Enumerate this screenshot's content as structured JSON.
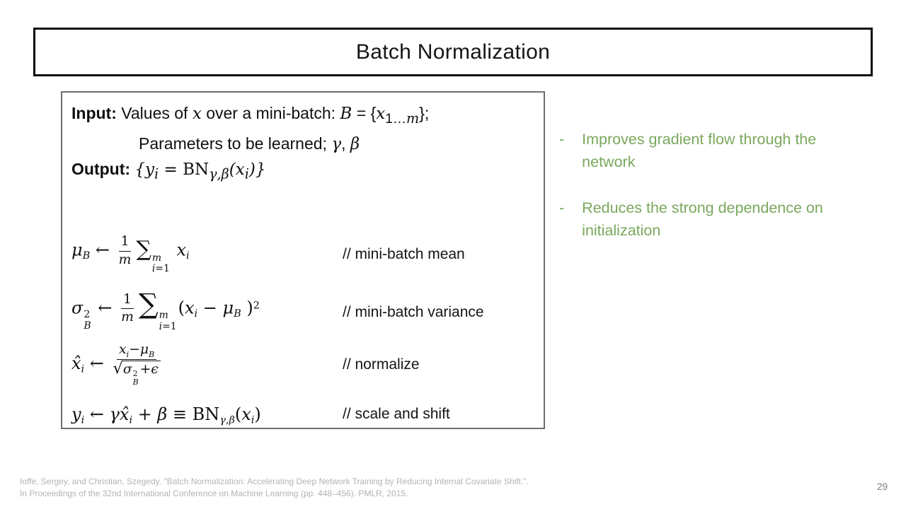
{
  "slide": {
    "title": "Batch Normalization",
    "page_number": "29",
    "background_color": "#ffffff",
    "accent_green": "#7AA85C",
    "citation_gray": "#B3B3B0"
  },
  "algorithm": {
    "io_lines": [
      {
        "html": "<b>Input:</b> Values of <i>x</i> over a mini-batch: <i>B</i> = {<i>x</i><sub>1…<i>m</i></sub>};"
      },
      {
        "html": "<span class='indent'>Parameters to be learned; <i>γ</i>, <i>β</i></span>"
      },
      {
        "html": "<b>Output:</b> <span class='it'>{y<sub>i</sub> = <span class='rm'>BN</span><sub>γ,β</sub>(x<sub>i</sub>)}</span>"
      }
    ],
    "rows": [
      {
        "math_html": "<i>μ</i><sub><i>B</i></sub> ← <span class='fr'><span class='nu'>1</span><span class='de'><i>m</i></span></span><span class='sum'>∑</span><span class='ss'><span><i>m</i></span><span><i>i</i>=1</span></span>&nbsp;<i>x</i><sub><i>i</i></sub>",
        "comment": "// mini-batch mean"
      },
      {
        "math_html": "<i>σ</i><span class='ss tight'><span>2</span><span><i>B</i></span></span> ← <span class='fr'><span class='nu'>1</span><span class='de'><i>m</i></span></span><span class='sum big'>∑</span><span class='ss'><span><i>m</i></span><span><i>i</i>=1</span></span>(<i>x</i><sub><i>i</i></sub> − <i>μ</i><sub><i>B</i></sub> )<sup>2</sup>",
        "comment": "// mini-batch variance"
      },
      {
        "math_html": "<i>x̂</i><sub><i>i</i></sub> ← <span class='fr'><span class='nu'><i>x</i><sub><i>i</i></sub>−<i>μ</i><sub><i>B</i></sub></span><span class='de'><span class='radical'>√</span><span class='und'><i>σ</i><span class='ss tight'><span>2</span><span><i>B</i></span></span>+<i>ϵ</i></span></span></span>",
        "comment": "// normalize"
      },
      {
        "math_html": "<i>y</i><sub><i>i</i></sub> ← <i>γx̂</i><sub><i>i</i></sub> + <i>β</i> ≡ <span class='rm'>BN</span><sub><i>γ</i>,<i>β</i></sub>(<i>x</i><sub><i>i</i></sub>)",
        "comment": "// scale and shift"
      }
    ]
  },
  "benefits": {
    "marker": "-",
    "items": [
      {
        "text": "Improves gradient flow through the network"
      },
      {
        "text": "Reduces the strong dependence on initialization"
      }
    ]
  },
  "citation": {
    "lines": [
      "Ioffe, Sergey, and Christian, Szegedy. \"Batch Normalization: Accelerating Deep Network Training by Reducing Internal Covariate Shift.\".",
      "In Proceedings of the 32nd International Conference on Machine Learning (pp. 448–456). PMLR, 2015."
    ]
  }
}
